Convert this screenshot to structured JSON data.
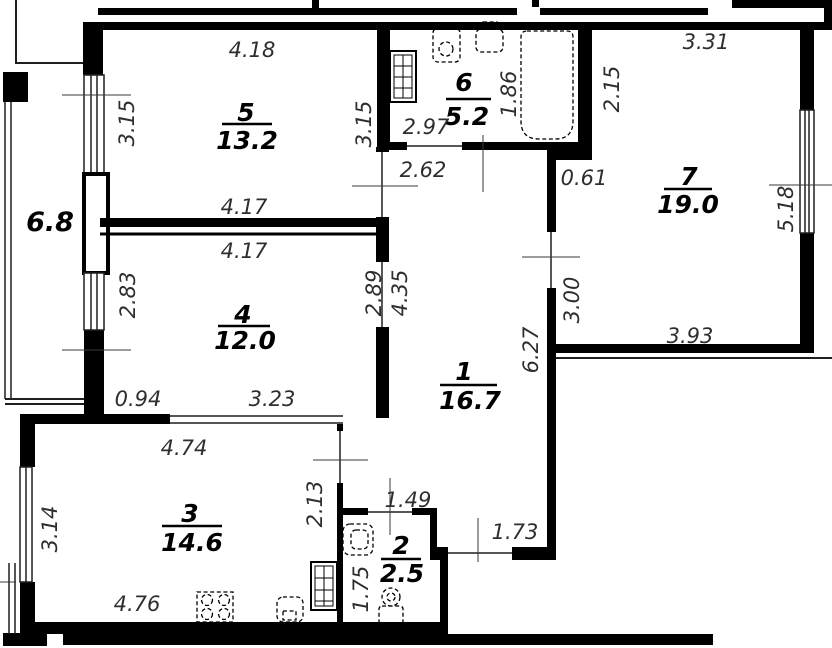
{
  "colors": {
    "background": "#ffffff",
    "wall": "#000000",
    "thin_line": "#1f1f1f",
    "dimension_text": "#2e2e2e",
    "label_text": "#000000"
  },
  "rooms": [
    {
      "number": "5",
      "area": "13.2"
    },
    {
      "number": "6",
      "area": "5.2"
    },
    {
      "number": "7",
      "area": "19.0"
    },
    {
      "number": "4",
      "area": "12.0"
    },
    {
      "number": "1",
      "area": "16.7"
    },
    {
      "number": "3",
      "area": "14.6"
    },
    {
      "number": "2",
      "area": "2.5"
    }
  ],
  "balcony": {
    "area": "6.8"
  },
  "dimensions": {
    "w418": "4.18",
    "w331": "3.31",
    "h315l": "3.15",
    "h315r": "3.15",
    "h186": "1.86",
    "h215": "2.15",
    "h518": "5.18",
    "w297": "2.97",
    "w262": "2.62",
    "w061": "0.61",
    "w417a": "4.17",
    "w417b": "4.17",
    "h283": "2.83",
    "h289": "2.89",
    "h435": "4.35",
    "h300": "3.00",
    "h627": "6.27",
    "w393": "3.93",
    "w094": "0.94",
    "w323": "3.23",
    "w474": "4.74",
    "h314": "3.14",
    "h213": "2.13",
    "w149": "1.49",
    "w173": "1.73",
    "w476": "4.76",
    "h175": "1.75"
  }
}
